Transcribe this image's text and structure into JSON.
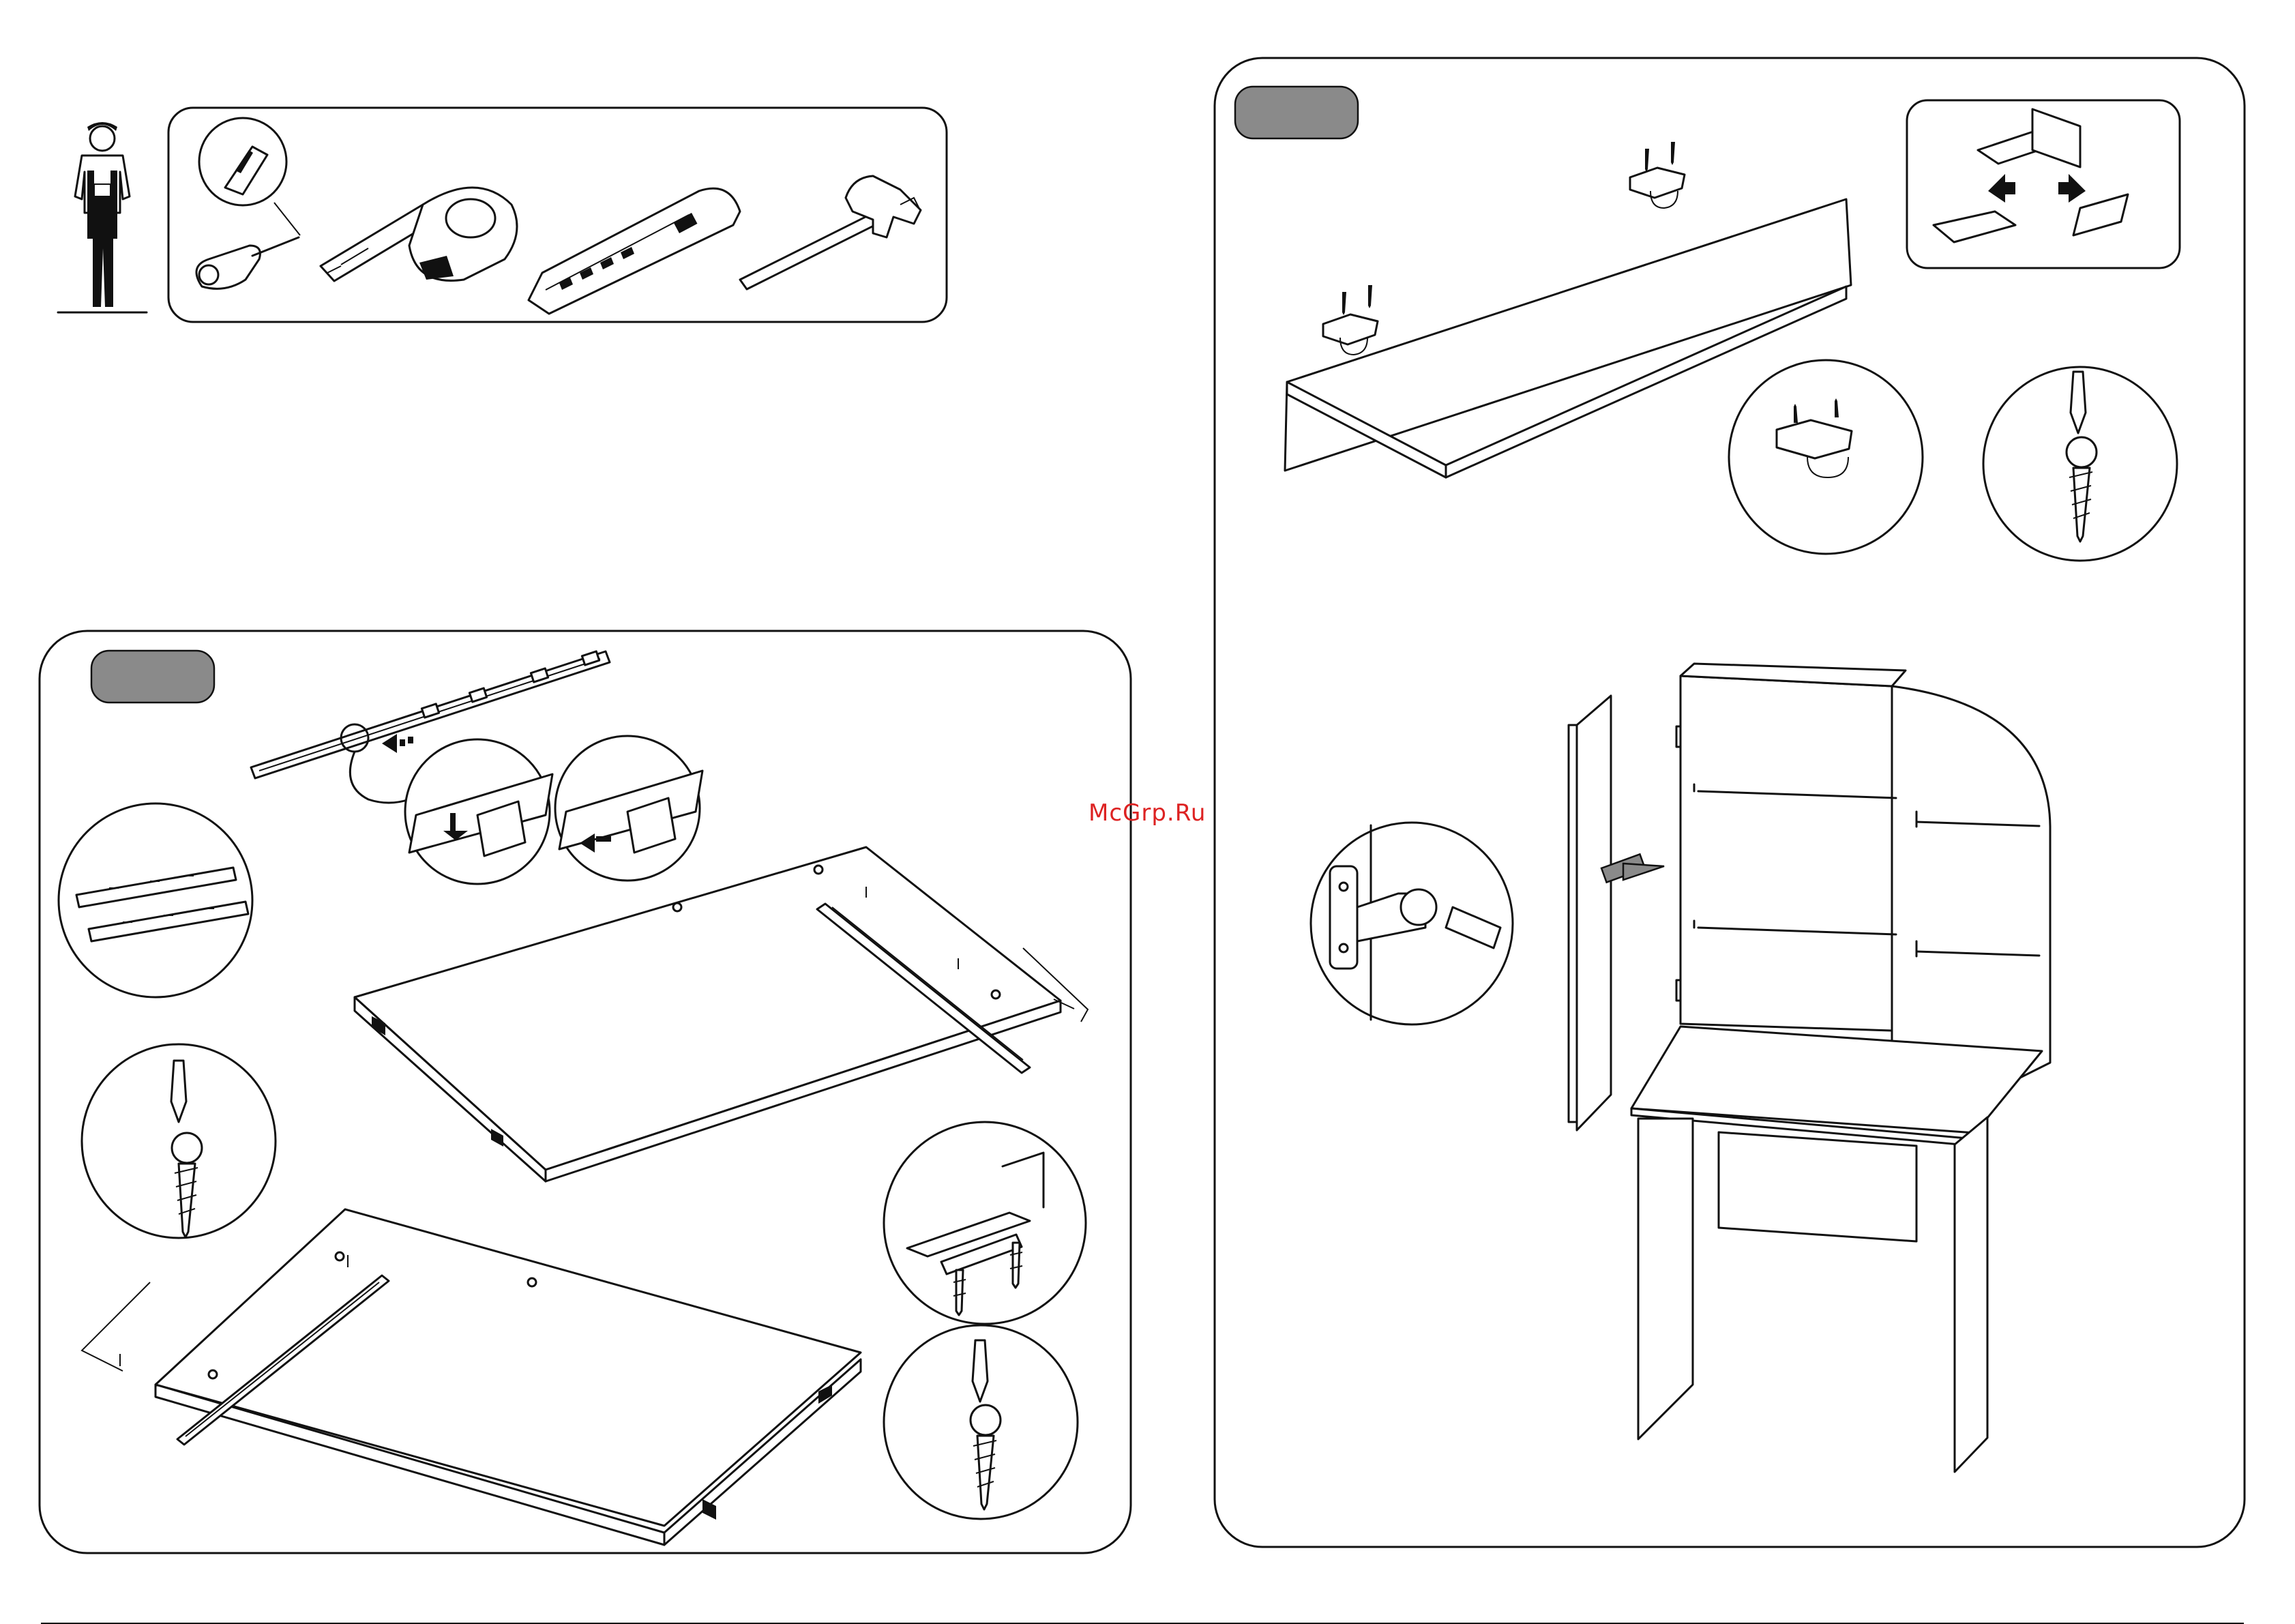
{
  "watermark": "McGrp.Ru",
  "panels": {
    "tools": {
      "items": [
        "assembler",
        "screwdriver",
        "tape-measure",
        "utility-knife",
        "hammer"
      ]
    },
    "drawer_slides": {
      "step_label": ""
    },
    "cabinet_door": {
      "step_label": ""
    }
  },
  "colors": {
    "step_tab": "#8a8a8a",
    "arrow": "#8a8a8a",
    "watermark": "#dd2222",
    "line": "#111111"
  }
}
